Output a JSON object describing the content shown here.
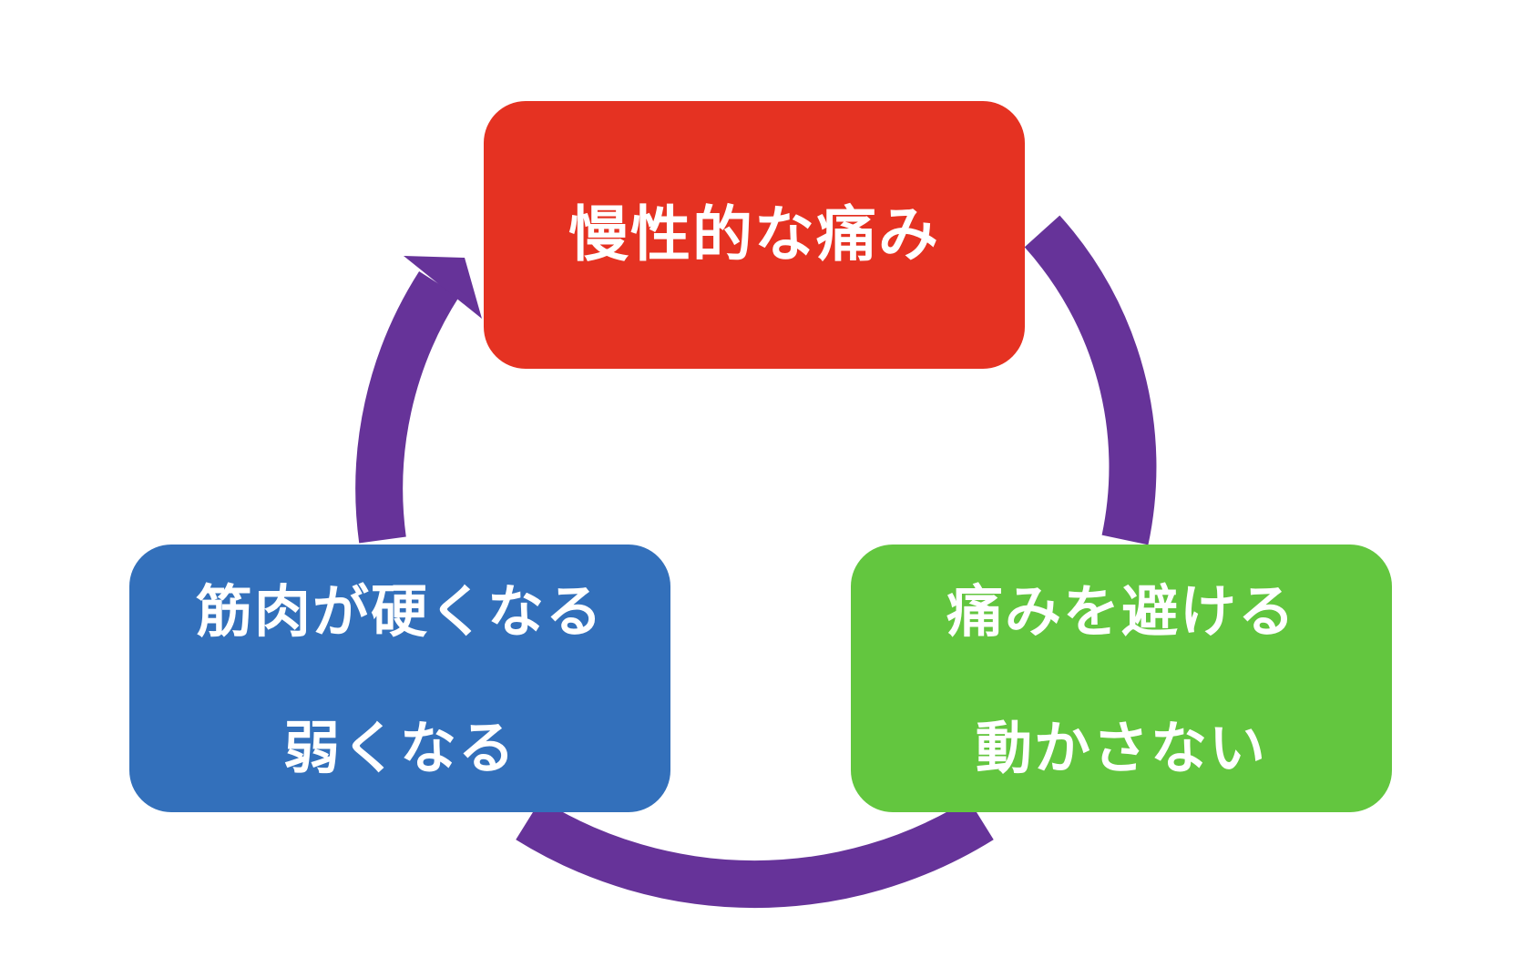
{
  "colors": {
    "cycle_arrow": "#663399",
    "node_top": "#e53222",
    "node_right": "#63c63f",
    "node_left": "#3370bb",
    "text": "#ffffff"
  },
  "cycle": {
    "direction": "clockwise",
    "arrowhead_at": "top-left",
    "arrowhead_points_to": "node_top"
  },
  "nodes": {
    "top": {
      "lines": [
        "慢性的な痛み"
      ]
    },
    "right": {
      "lines": [
        "痛みを避ける",
        "動かさない"
      ]
    },
    "left": {
      "lines": [
        "筋肉が硬くなる",
        "弱くなる"
      ]
    }
  }
}
